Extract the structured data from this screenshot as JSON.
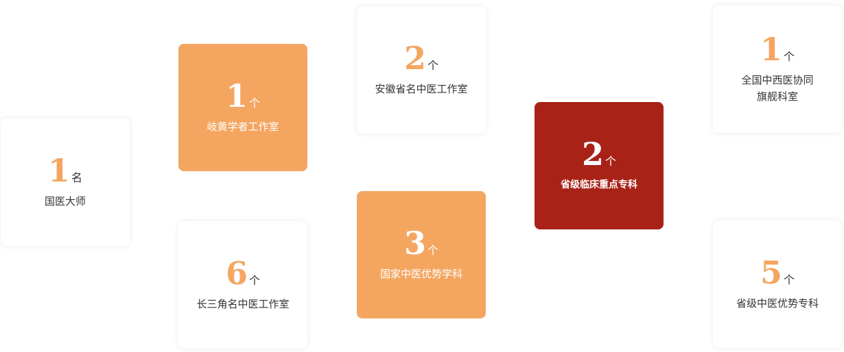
{
  "colors": {
    "accent_orange": "#f4a661",
    "accent_red": "#a82218",
    "text_dark": "#333333",
    "card_white": "#ffffff"
  },
  "stats": [
    {
      "number": "1",
      "unit": "名",
      "label": "国医大师",
      "style": "white"
    },
    {
      "number": "1",
      "unit": "个",
      "label": "岐黄学者工作室",
      "style": "orange"
    },
    {
      "number": "6",
      "unit": "个",
      "label": "长三角名中医工作室",
      "style": "white"
    },
    {
      "number": "2",
      "unit": "个",
      "label": "安徽省名中医工作室",
      "style": "white"
    },
    {
      "number": "3",
      "unit": "个",
      "label": "国家中医优势学科",
      "style": "orange"
    },
    {
      "number": "2",
      "unit": "个",
      "label": "省级临床重点专科",
      "style": "red"
    },
    {
      "number": "1",
      "unit": "个",
      "label": "全国中西医协同\n旗舰科室",
      "style": "white"
    },
    {
      "number": "5",
      "unit": "个",
      "label": "省级中医优势专科",
      "style": "white"
    }
  ]
}
